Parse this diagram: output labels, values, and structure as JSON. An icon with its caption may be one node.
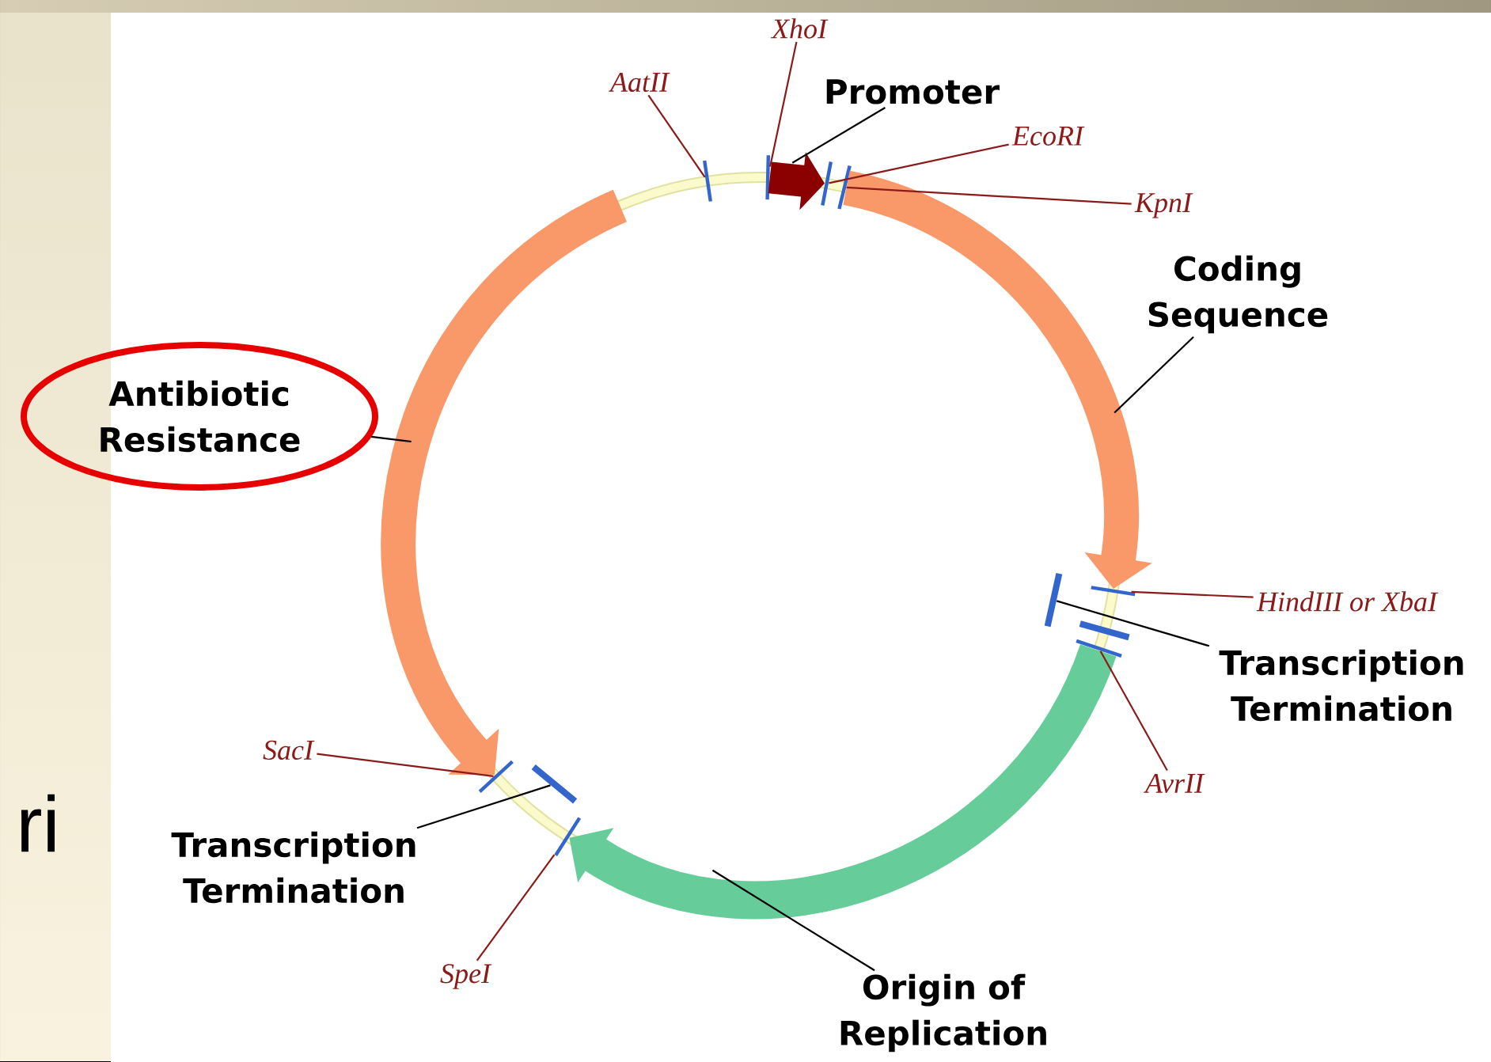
{
  "diagram": {
    "nodes": [
      {
        "text": [
          "AatII"
        ]
      },
      {
        "text": [
          "XhoI"
        ]
      },
      {
        "text": [
          "Promoter"
        ]
      },
      {
        "text": [
          "EcoRI"
        ]
      },
      {
        "text": [
          "KpnI"
        ]
      },
      {
        "text": [
          "Coding Sequence"
        ]
      },
      {
        "text": [
          "Antibiotic Resistance"
        ]
      },
      {
        "text": [
          "HindIII or XbaI"
        ]
      },
      {
        "text": [
          "Transcription Termination"
        ]
      },
      {
        "text": [
          "AvrII"
        ]
      },
      {
        "text": [
          "SacI"
        ]
      },
      {
        "text": [
          "Transcription Termination"
        ]
      },
      {
        "text": [
          "SpeI"
        ]
      },
      {
        "text": [
          "Origin of Replication"
        ]
      },
      {
        "text": [],
        "shape": "bar"
      },
      {
        "text": [],
        "shape": "bar"
      },
      {
        "text": [],
        "shape": "bar"
      },
      {
        "text": [],
        "shape": "bar"
      },
      {
        "text": [],
        "shape": "bar"
      },
      {
        "text": [],
        "shape": "bar"
      },
      {
        "text": [],
        "shape": "bar"
      },
      {
        "text": [],
        "shape": "bar"
      },
      {
        "text": [],
        "shape": "bar"
      },
      {
        "text": [],
        "shape": "bar"
      },
      {
        "text": [],
        "shape": "bar"
      }
    ],
    "edges": [
      {
        "from": 0,
        "to": 14,
        "arrow": "none"
      },
      {
        "from": 1,
        "to": 15,
        "arrow": "none"
      },
      {
        "from": 2,
        "to": null,
        "arrow": "none",
        "color": "#000000"
      },
      {
        "from": 3,
        "to": 16,
        "arrow": "none"
      },
      {
        "from": 4,
        "to": 17,
        "arrow": "none"
      },
      {
        "from": 5,
        "to": null,
        "arrow": "none",
        "color": "#000000"
      },
      {
        "from": 6,
        "to": null,
        "arrow": "none",
        "color": "#000000"
      },
      {
        "from": 7,
        "to": 18,
        "arrow": "none"
      },
      {
        "from": 8,
        "to": 19,
        "arrow": "none",
        "color": "#000000"
      },
      {
        "from": 9,
        "to": 20,
        "arrow": "none"
      },
      {
        "from": 10,
        "to": 21,
        "arrow": "none"
      },
      {
        "from": 11,
        "to": 22,
        "arrow": "none",
        "color": "#000000"
      },
      {
        "from": 12,
        "to": 23,
        "arrow": "none"
      },
      {
        "from": 13,
        "to": null,
        "arrow": "none",
        "color": "#000000"
      },
      {
        "from": 15,
        "to": 16,
        "arrow": "to",
        "style": "thick",
        "color": "#8b0000"
      },
      {
        "from": 17,
        "to": 18,
        "arrow": "to",
        "style": "thick",
        "color": "#f9996a"
      },
      {
        "from": null,
        "to": 21,
        "arrow": "to",
        "style": "thick",
        "color": "#f9996a"
      },
      {
        "from": 20,
        "to": 23,
        "arrow": "to",
        "style": "thick",
        "color": "#66cc99"
      }
    ],
    "labels": [
      "ri"
    ]
  }
}
